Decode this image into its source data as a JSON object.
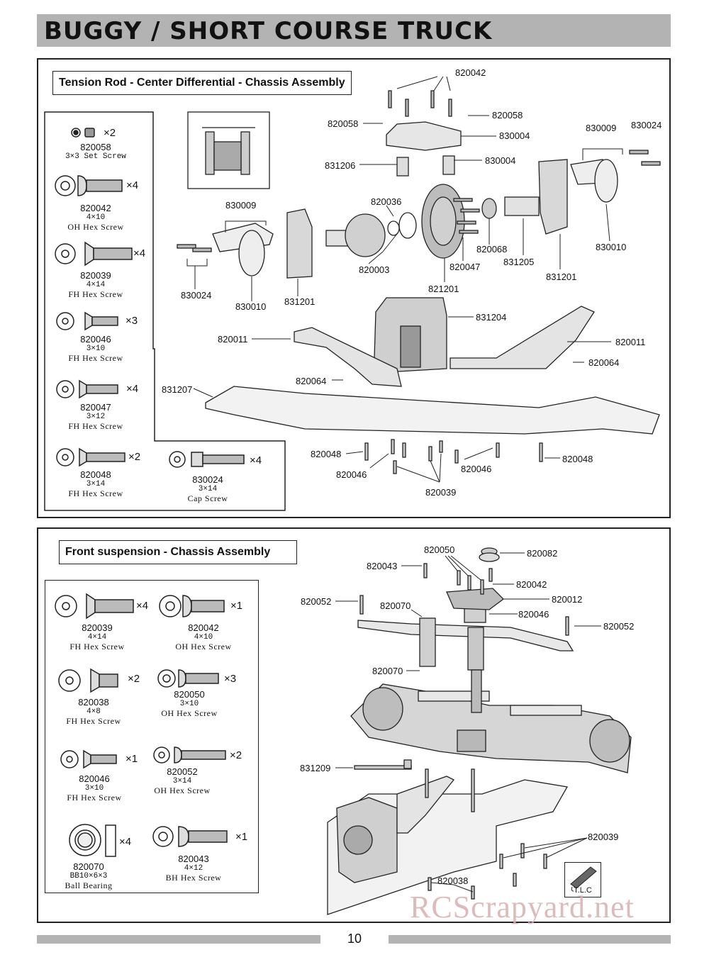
{
  "page": {
    "title": "BUGGY / SHORT COURSE TRUCK",
    "page_number": "10",
    "watermark": "RCScrapyard.net"
  },
  "panel1": {
    "title": "Tension Rod - Center Differential - Chassis Assembly",
    "hardware": [
      {
        "part": "820058",
        "qty": "×2",
        "size": "3×3",
        "name": "Set Screw"
      },
      {
        "part": "820042",
        "qty": "×4",
        "size": "4×10",
        "name": "OH Hex Screw"
      },
      {
        "part": "820039",
        "qty": "×4",
        "size": "4×14",
        "name": "FH Hex Screw"
      },
      {
        "part": "820046",
        "qty": "×3",
        "size": "3×10",
        "name": "FH Hex Screw"
      },
      {
        "part": "820047",
        "qty": "×4",
        "size": "3×12",
        "name": "FH Hex Screw"
      },
      {
        "part": "820048",
        "qty": "×2",
        "size": "3×14",
        "name": "FH Hex Screw"
      },
      {
        "part": "830024",
        "qty": "×4",
        "size": "3×14",
        "name": "Cap Screw"
      }
    ],
    "callouts": [
      "820042",
      "820058",
      "820058",
      "830004",
      "830004",
      "831206",
      "830009",
      "830024",
      "830009",
      "830024",
      "820036",
      "820003",
      "821201",
      "820047",
      "820068",
      "831205",
      "831201",
      "830010",
      "831201",
      "830010",
      "830024",
      "831204",
      "820011",
      "820011",
      "820064",
      "820064",
      "831207",
      "820048",
      "820048",
      "820046",
      "820046",
      "820039"
    ]
  },
  "panel2": {
    "title": "Front suspension - Chassis Assembly",
    "hardware": [
      {
        "part": "820039",
        "qty": "×4",
        "size": "4×14",
        "name": "FH Hex Screw"
      },
      {
        "part": "820042",
        "qty": "×1",
        "size": "4×10",
        "name": "OH Hex Screw"
      },
      {
        "part": "820038",
        "qty": "×2",
        "size": "4×8",
        "name": "FH Hex Screw"
      },
      {
        "part": "820050",
        "qty": "×3",
        "size": "3×10",
        "name": "OH Hex Screw"
      },
      {
        "part": "820046",
        "qty": "×1",
        "size": "3×10",
        "name": "FH Hex Screw"
      },
      {
        "part": "820052",
        "qty": "×2",
        "size": "3×14",
        "name": "OH Hex Screw"
      },
      {
        "part": "820070",
        "qty": "×4",
        "size": "BB10×6×3",
        "name": "Ball Bearing"
      },
      {
        "part": "820043",
        "qty": "×1",
        "size": "4×12",
        "name": "BH Hex Screw"
      }
    ],
    "callouts": [
      "820050",
      "820082",
      "820043",
      "820042",
      "820052",
      "820070",
      "820012",
      "820046",
      "820052",
      "820070",
      "831209",
      "820039",
      "820038"
    ],
    "tlc_label": "T.L.C"
  }
}
